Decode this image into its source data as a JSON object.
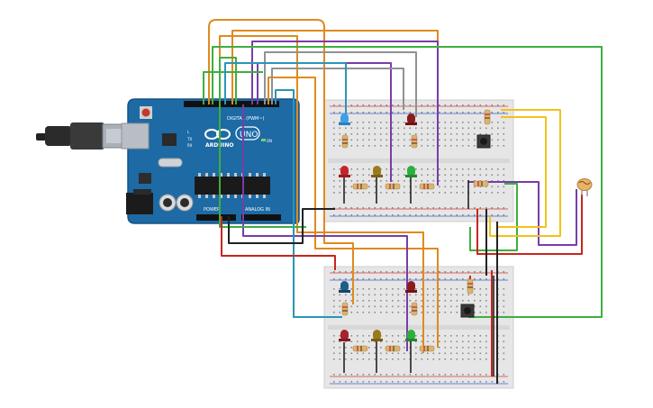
{
  "arduino": {
    "brand_text": "ARDUINO",
    "model_text": "UNO",
    "digital_label": "DIGITAL (PWM~)",
    "analog_label": "ANALOG IN",
    "power_label": "POWER",
    "on_label": "ON",
    "tx_label": "TX",
    "rx_label": "RX",
    "l_label": "L"
  },
  "colors": {
    "board_blue": "#1d6aa5",
    "board_dark": "#17568a",
    "usb_silver": "#aab0b8",
    "breadboard": "#e8e8e8",
    "rail_red": "#d33b3b",
    "rail_blue": "#3b5fd3",
    "wire_orange": "#e08a1e",
    "wire_purple": "#7a3ca8",
    "wire_green": "#3fae3f",
    "wire_gray": "#8f9295",
    "wire_teal": "#2a95b8",
    "wire_yellow": "#f1c21b",
    "wire_red": "#c8251f",
    "wire_black": "#222222",
    "led_blue": "#3aa0e8",
    "led_red": "#c3262a",
    "led_olive": "#9a7a1a",
    "led_green": "#2bb03c",
    "led_dark_red": "#8a1c1c",
    "led_dark_blue": "#1d5f8a"
  },
  "components": {
    "leds_top": [
      "blue",
      "dark-red",
      "red",
      "olive",
      "green"
    ],
    "leds_bottom": [
      "dark-blue",
      "dark-red",
      "red",
      "olive",
      "green"
    ],
    "photoresistor": "photoresistor-icon",
    "pushbutton_top": "pushbutton-icon",
    "pushbutton_bottom": "pushbutton-icon"
  }
}
